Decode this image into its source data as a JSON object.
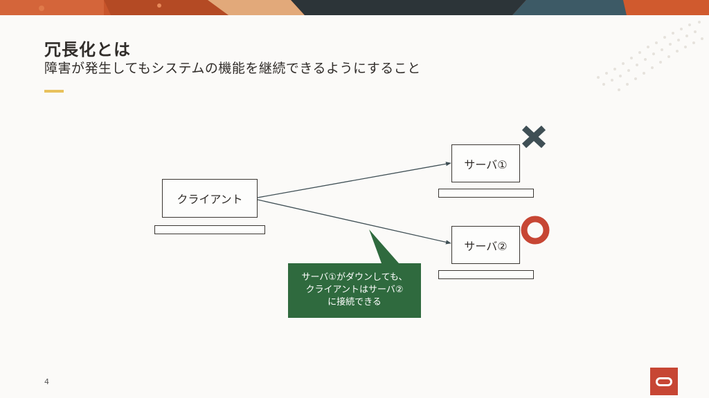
{
  "slide": {
    "title": "冗長化とは",
    "subtitle": "障害が発生してもシステムの機能を継続できるようにすること",
    "page_number": "4"
  },
  "diagram": {
    "client_label": "クライアント",
    "server1_label": "サーバ①",
    "server2_label": "サーバ②",
    "server1_status": "down",
    "server2_status": "up",
    "callout_lines": [
      "サーバ①がダウンしても、",
      "クライアントはサーバ②",
      "に接続できる"
    ]
  },
  "colors": {
    "banner_orange": "#c8552b",
    "callout_green": "#2f6a3e",
    "cross": "#3f4f55",
    "circle": "#c74634",
    "accent": "#e8c15c",
    "logo": "#c74634"
  }
}
